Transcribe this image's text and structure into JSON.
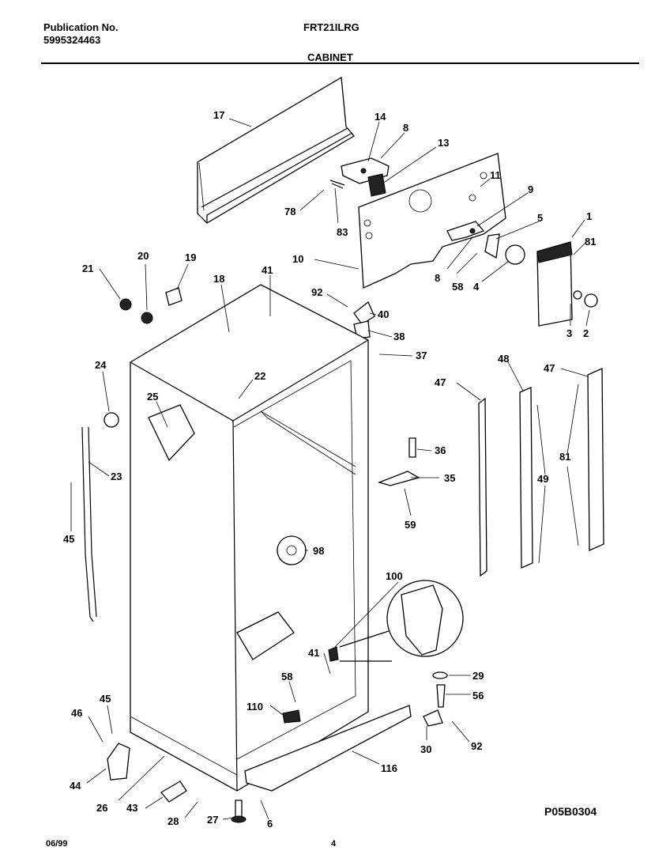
{
  "header": {
    "publication_label": "Publication No.",
    "publication_number": "5995324463",
    "model": "FRT21ILRG",
    "section": "CABINET"
  },
  "footer": {
    "date": "06/99",
    "page": "4",
    "diagram_code": "P05B0304"
  },
  "labels": [
    "17",
    "14",
    "8",
    "13",
    "11",
    "9",
    "1",
    "5",
    "81",
    "78",
    "83",
    "10",
    "8",
    "58",
    "4",
    "3",
    "2",
    "21",
    "20",
    "19",
    "18",
    "41",
    "92",
    "40",
    "38",
    "37",
    "24",
    "22",
    "25",
    "23",
    "45",
    "47",
    "48",
    "47",
    "36",
    "35",
    "59",
    "49",
    "81",
    "98",
    "100",
    "41",
    "58",
    "110",
    "29",
    "56",
    "92",
    "30",
    "116",
    "45",
    "46",
    "44",
    "26",
    "43",
    "28",
    "27",
    "6"
  ]
}
